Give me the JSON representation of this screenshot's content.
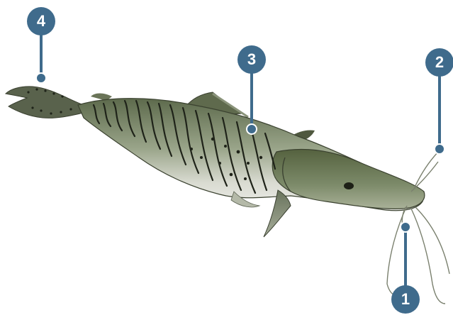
{
  "colors": {
    "callout": "#3f6b8c",
    "fish_body": "#8d9a7b",
    "fish_belly": "#e4e4dd",
    "fish_stripes": "#1f2319",
    "fish_head": "#6f7d5e"
  },
  "subject": {
    "icon": "catfish-illustration"
  },
  "callouts": [
    {
      "number": "1"
    },
    {
      "number": "2"
    },
    {
      "number": "3"
    },
    {
      "number": "4"
    }
  ]
}
